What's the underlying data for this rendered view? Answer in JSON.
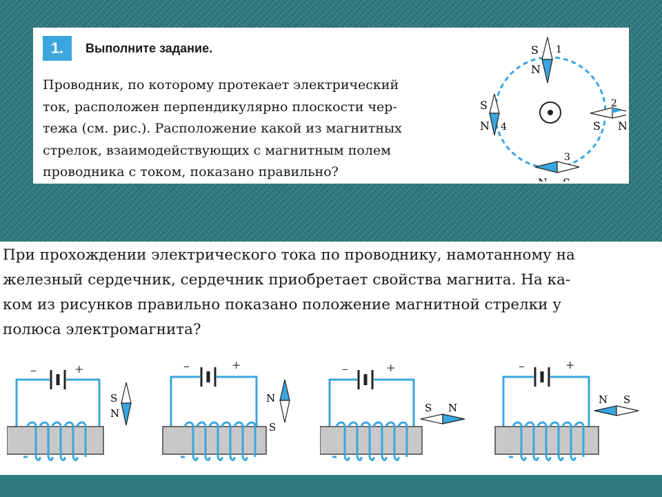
{
  "task": {
    "number": "1.",
    "header": "Выполните задание.",
    "text_lines": [
      "Проводник, по которому протекает электрический",
      "ток, расположен перпендикулярно плоскости чер-",
      "тежа (см. рис.). Расположение какой из магнитных",
      "стрелок, взаимодействующих с магнитным полем",
      "проводника с током, показано правильно?"
    ],
    "figure": {
      "needles": [
        {
          "num": "1",
          "south": "S",
          "north": "N"
        },
        {
          "num": "2",
          "south": "S",
          "north": "N"
        },
        {
          "num": "3",
          "south": "S",
          "north": "N"
        },
        {
          "num": "4",
          "south": "S",
          "north": "N"
        }
      ]
    }
  },
  "question": {
    "text_lines": [
      "При прохождении электрического тока по проводнику, намотанному на",
      "железный сердечник, сердечник приобретает свойства магнита. На ка-",
      "ком из рисунков правильно показано положение магнитной стрелки у",
      "полюса электромагнита?"
    ],
    "options": [
      {
        "minus": "–",
        "plus": "+",
        "needle": "vertical",
        "top_label": "S",
        "bottom_label": "N"
      },
      {
        "minus": "–",
        "plus": "+",
        "needle": "vertical",
        "top_label": "N",
        "bottom_label": "S"
      },
      {
        "minus": "–",
        "plus": "+",
        "needle": "horizontal",
        "left_label": "S",
        "right_label": "N"
      },
      {
        "minus": "–",
        "plus": "+",
        "needle": "horizontal",
        "left_label": "N",
        "right_label": "S"
      }
    ]
  },
  "colors": {
    "accent": "#3aa6dd",
    "wire": "#3aa6dd",
    "core": "#c8c8c8",
    "background": "#2f7a80"
  }
}
